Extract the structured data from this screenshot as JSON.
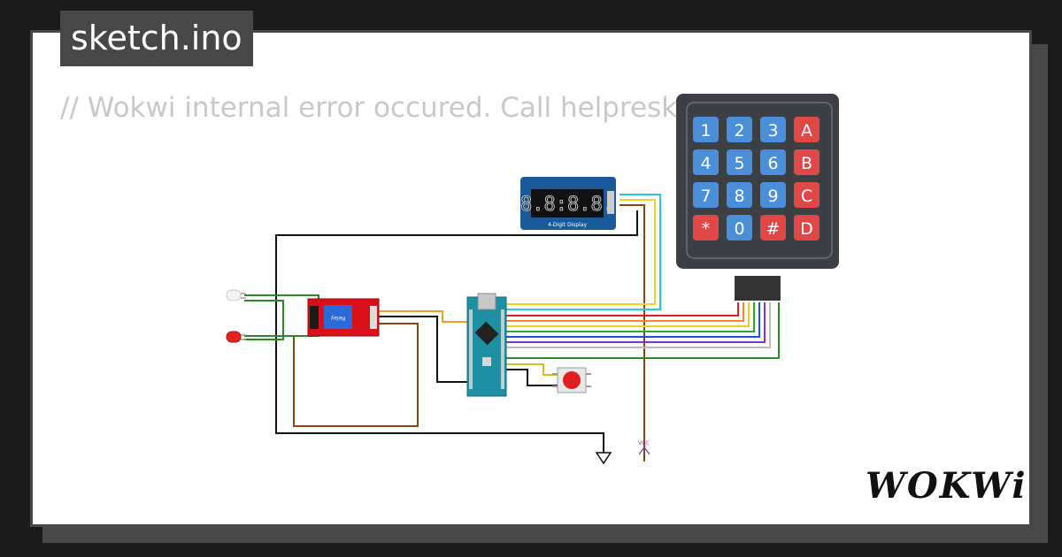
{
  "tab": {
    "filename": "sketch.ino"
  },
  "editor": {
    "code_line": "// Wokwi internal error occured. Call helpresk /"
  },
  "brand": {
    "logo_text": "WOKWi"
  },
  "components": {
    "display_label": "4-Digit Display",
    "display_digits": "8.8:8.8.",
    "relay_label": "Relay",
    "vcc_label": "VCC"
  },
  "keypad": {
    "keys": [
      "1",
      "2",
      "3",
      "A",
      "4",
      "5",
      "6",
      "B",
      "7",
      "8",
      "9",
      "C",
      "*",
      "0",
      "#",
      "D"
    ]
  },
  "colors": {
    "key_blue": "#4a8fd8",
    "key_red": "#e04848",
    "keypad_body": "#3c3f44",
    "relay_red": "#d8101a",
    "arduino_teal": "#1f8fa3"
  }
}
